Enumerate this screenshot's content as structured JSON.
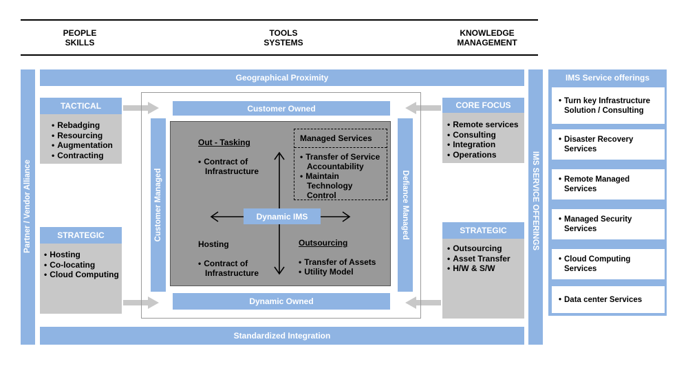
{
  "header": {
    "col1": [
      "PEOPLE",
      "SKILLS"
    ],
    "col2": [
      "TOOLS",
      "SYSTEMS"
    ],
    "col3": [
      "KNOWLEDGE",
      "MANAGEMENT"
    ]
  },
  "bars": {
    "geographical": "Geographical Proximity",
    "standardized": "Standardized Integration",
    "partner": "Partner / Vendor Alliance",
    "ims_offerings_vertical": "IMS SERVICE OFFERINGS",
    "customer_owned": "Customer Owned",
    "dynamic_owned": "Dynamic Owned",
    "customer_managed": "Customer Managed",
    "defiance_managed": "Defiance Managed"
  },
  "tactical": {
    "title": "TACTICAL",
    "items": [
      "Rebadging",
      "Resourcing",
      "Augmentation",
      "Contracting"
    ]
  },
  "strategic_left": {
    "title": "STRATEGIC",
    "items": [
      "Hosting",
      "Co-locating",
      "Cloud Computing"
    ]
  },
  "core_focus": {
    "title": "CORE FOCUS",
    "items": [
      "Remote services",
      "Consulting",
      "Integration",
      "Operations"
    ]
  },
  "strategic_right": {
    "title": "STRATEGIC",
    "items": [
      "Outsourcing",
      "Asset Transfer",
      "H/W & S/W"
    ]
  },
  "quadrants": {
    "center_label": "Dynamic IMS",
    "out_tasking": {
      "title": "Out - Tasking",
      "items": [
        "Contract of Infrastructure"
      ]
    },
    "managed_services": {
      "title": "Managed Services",
      "items": [
        "Transfer of Service Accountability",
        "Maintain Technology Control"
      ]
    },
    "hosting": {
      "title": "Hosting",
      "items": [
        "Contract of Infrastructure"
      ]
    },
    "outsourcing": {
      "title": "Outsourcing",
      "items": [
        "Transfer of Assets",
        "Utility Model"
      ]
    }
  },
  "offerings": {
    "title": "IMS Service offerings",
    "items": [
      "Turn key Infrastructure Solution / Consulting",
      "Disaster Recovery Services",
      "Remote Managed Services",
      "Managed Security Services",
      "Cloud Computing Services",
      "Data center Services"
    ]
  },
  "colors": {
    "blue": "#8fb4e3",
    "grey": "#c8c8c8",
    "dark_grey": "#999999"
  }
}
